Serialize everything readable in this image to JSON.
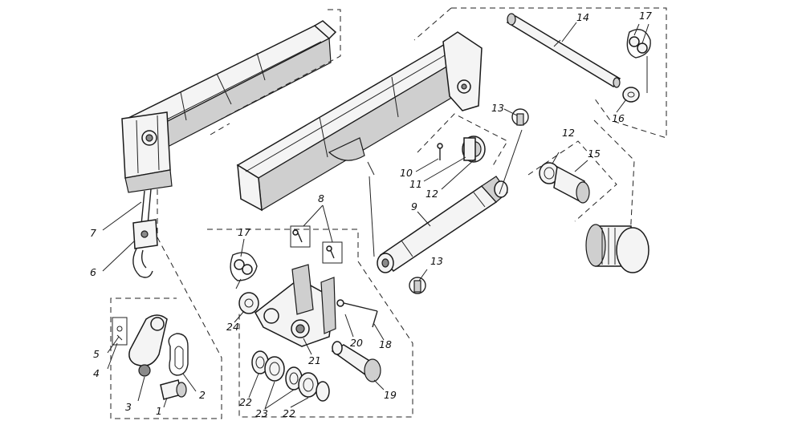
{
  "callouts": [
    {
      "id": "c1",
      "text": "1"
    },
    {
      "id": "c2",
      "text": "2"
    },
    {
      "id": "c3",
      "text": "3"
    },
    {
      "id": "c4",
      "text": "4"
    },
    {
      "id": "c5",
      "text": "5"
    },
    {
      "id": "c6",
      "text": "6"
    },
    {
      "id": "c7",
      "text": "7"
    },
    {
      "id": "c8",
      "text": "8"
    },
    {
      "id": "c9",
      "text": "9"
    },
    {
      "id": "c10",
      "text": "10"
    },
    {
      "id": "c11",
      "text": "11"
    },
    {
      "id": "c12a",
      "text": "12"
    },
    {
      "id": "c12b",
      "text": "12"
    },
    {
      "id": "c13a",
      "text": "13"
    },
    {
      "id": "c13b",
      "text": "13"
    },
    {
      "id": "c14",
      "text": "14"
    },
    {
      "id": "c15",
      "text": "15"
    },
    {
      "id": "c16",
      "text": "16"
    },
    {
      "id": "c17a",
      "text": "17"
    },
    {
      "id": "c17b",
      "text": "17"
    },
    {
      "id": "c18",
      "text": "18"
    },
    {
      "id": "c19",
      "text": "19"
    },
    {
      "id": "c20",
      "text": "20"
    },
    {
      "id": "c21",
      "text": "21"
    },
    {
      "id": "c22a",
      "text": "22"
    },
    {
      "id": "c22b",
      "text": "22"
    },
    {
      "id": "c23",
      "text": "23"
    },
    {
      "id": "c24",
      "text": "24"
    }
  ]
}
